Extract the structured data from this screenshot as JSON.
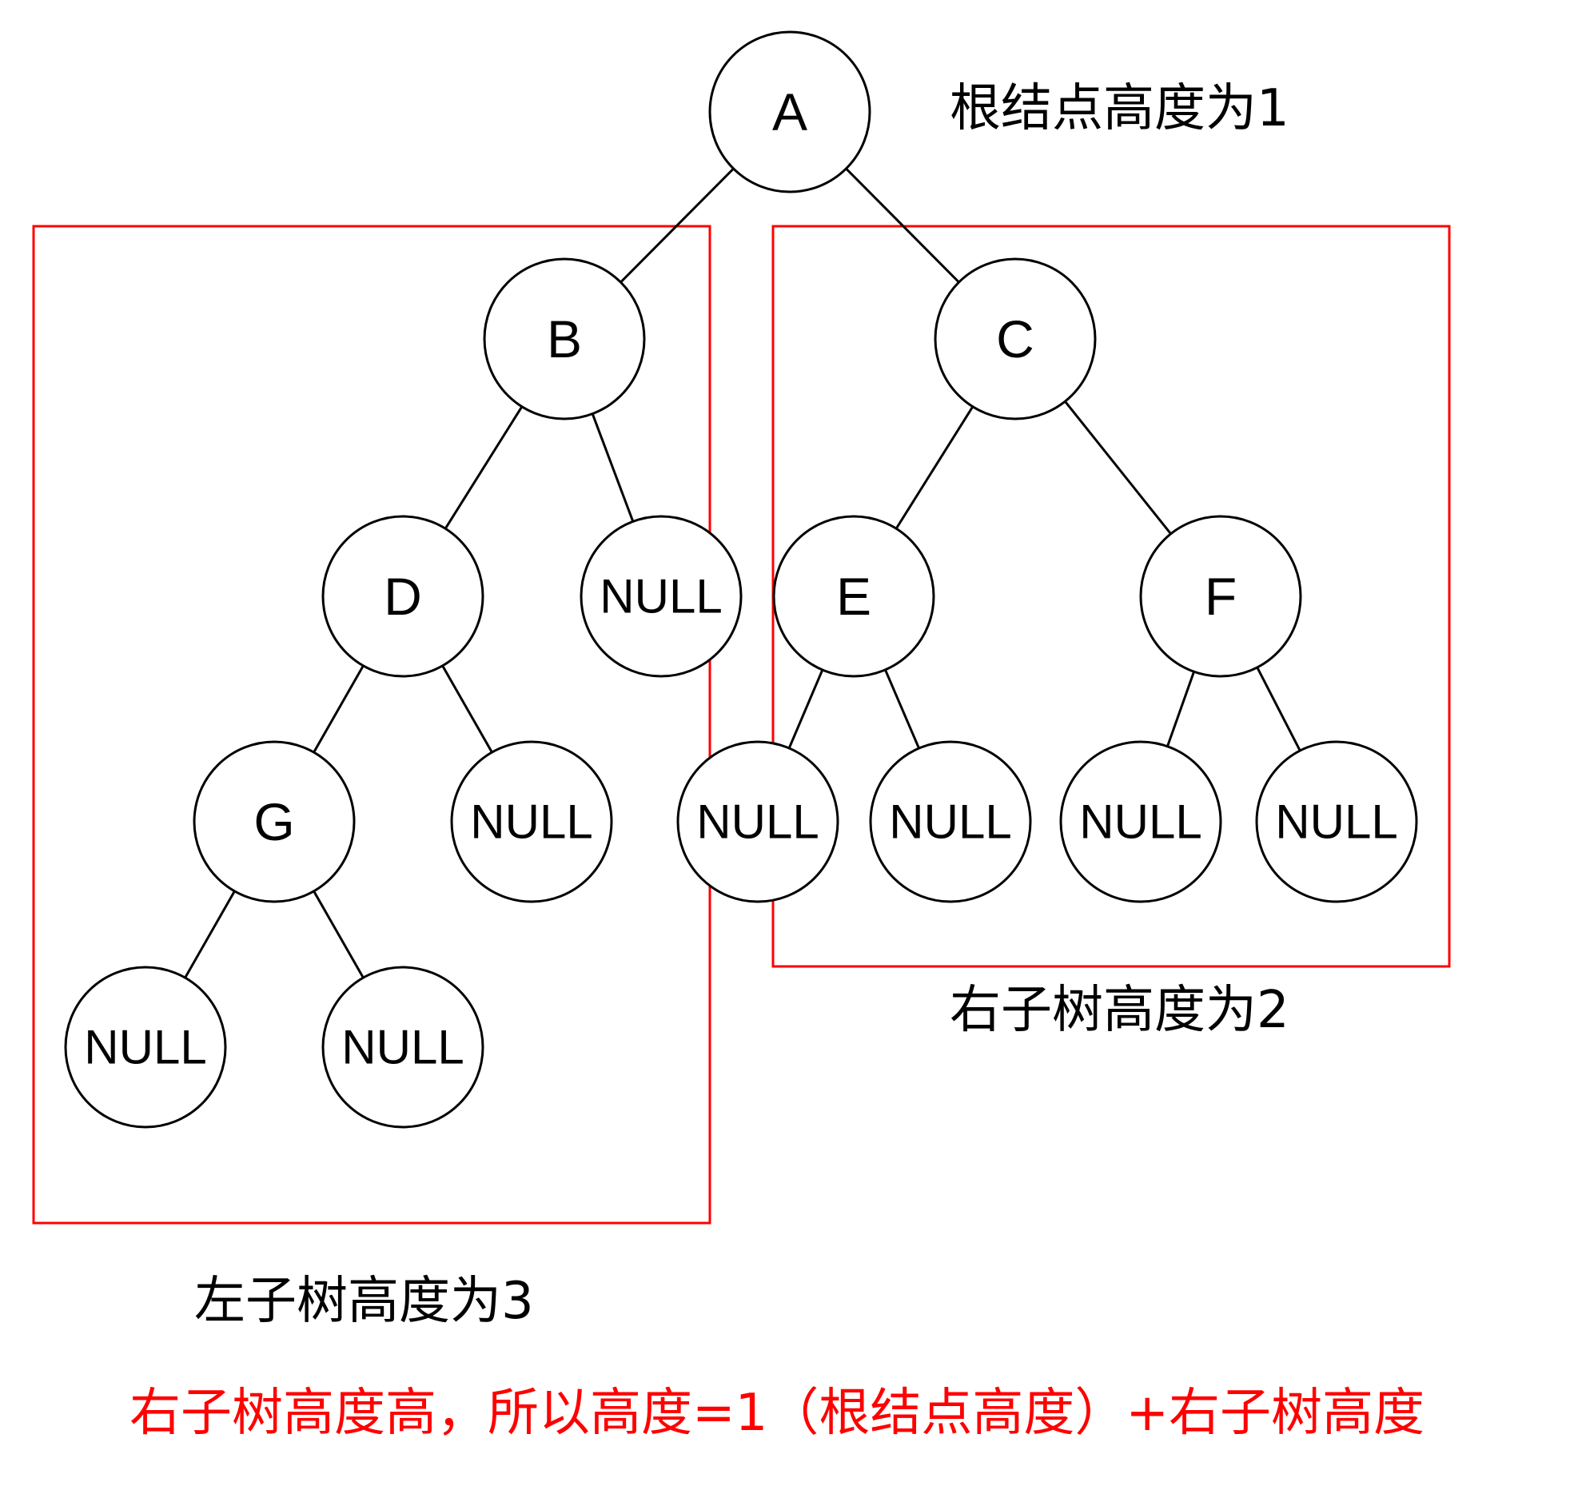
{
  "colors": {
    "line": "#000000",
    "highlight": "#ff0000",
    "text": "#000000"
  },
  "nodes": {
    "a": "A",
    "b": "B",
    "c": "C",
    "d": "D",
    "e": "E",
    "f": "F",
    "g": "G",
    "null_label": "NULL"
  },
  "annotations": {
    "root_height": "根结点高度为1",
    "right_subtree_height": "右子树高度为2",
    "left_subtree_height": "左子树高度为3",
    "conclusion": "右子树高度高，所以高度=1（根结点高度）+右子树高度"
  }
}
